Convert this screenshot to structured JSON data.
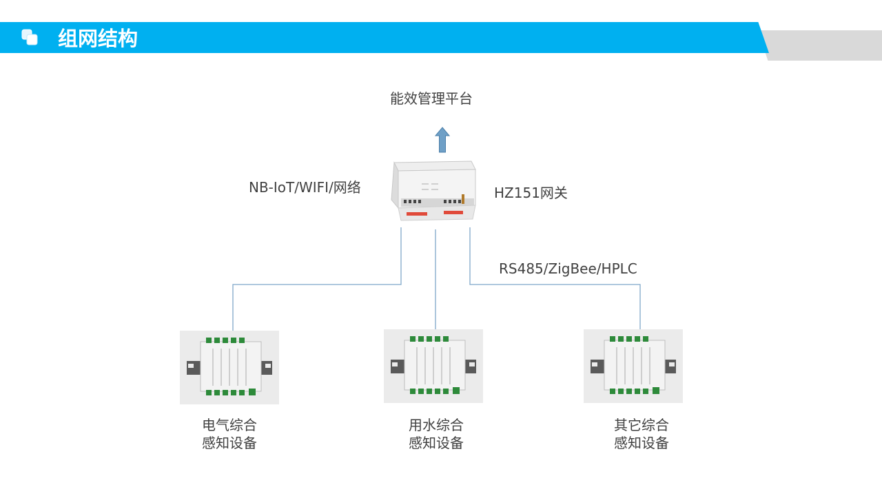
{
  "header": {
    "title": "组网结构"
  },
  "diagram": {
    "platform_label": "能效管理平台",
    "network_label": "NB-IoT/WIFI/网络",
    "gateway_label": "HZ151网关",
    "bus_label": "RS485/ZigBee/HPLC",
    "devices": [
      {
        "line1": "电气综合",
        "line2": "感知设备"
      },
      {
        "line1": "用水综合",
        "line2": "感知设备"
      },
      {
        "line1": "其它综合",
        "line2": "感知设备"
      }
    ]
  },
  "colors": {
    "banner_blue": "#00b0f0",
    "banner_gray": "#d9d9d9",
    "arrow_fill": "#6fa0c7",
    "connector_line": "#7fa7c9"
  }
}
